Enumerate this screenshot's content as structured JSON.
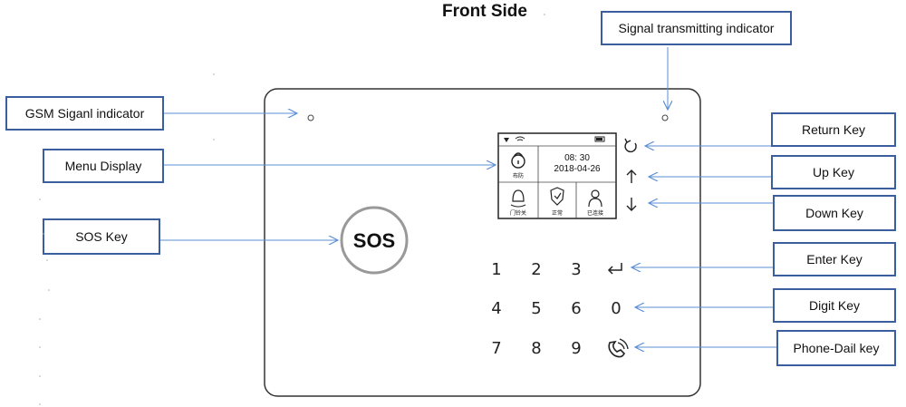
{
  "title": "Front Side",
  "labels": {
    "signal": "Signal transmitting indicator",
    "gsm": "GSM Siganl indicator",
    "menu": "Menu Display",
    "sos": "SOS Key",
    "return": "Return Key",
    "up": "Up Key",
    "down": "Down Key",
    "enter": "Enter Key",
    "digit": "Digit Key",
    "phone": "Phone-Dail key"
  },
  "device": {
    "sos_button": "SOS",
    "keys": [
      "1",
      "2",
      "3",
      "4",
      "5",
      "6",
      "7",
      "8",
      "9",
      "0"
    ],
    "screen": {
      "time": "08: 30",
      "date": "2018-04-26",
      "arm_label": "布防",
      "door_label": "门铃关",
      "status_label": "正常",
      "connected_label": "已连接"
    }
  },
  "colors": {
    "arrow": "#5b8fd6",
    "box_border": "#3b5f9e"
  }
}
